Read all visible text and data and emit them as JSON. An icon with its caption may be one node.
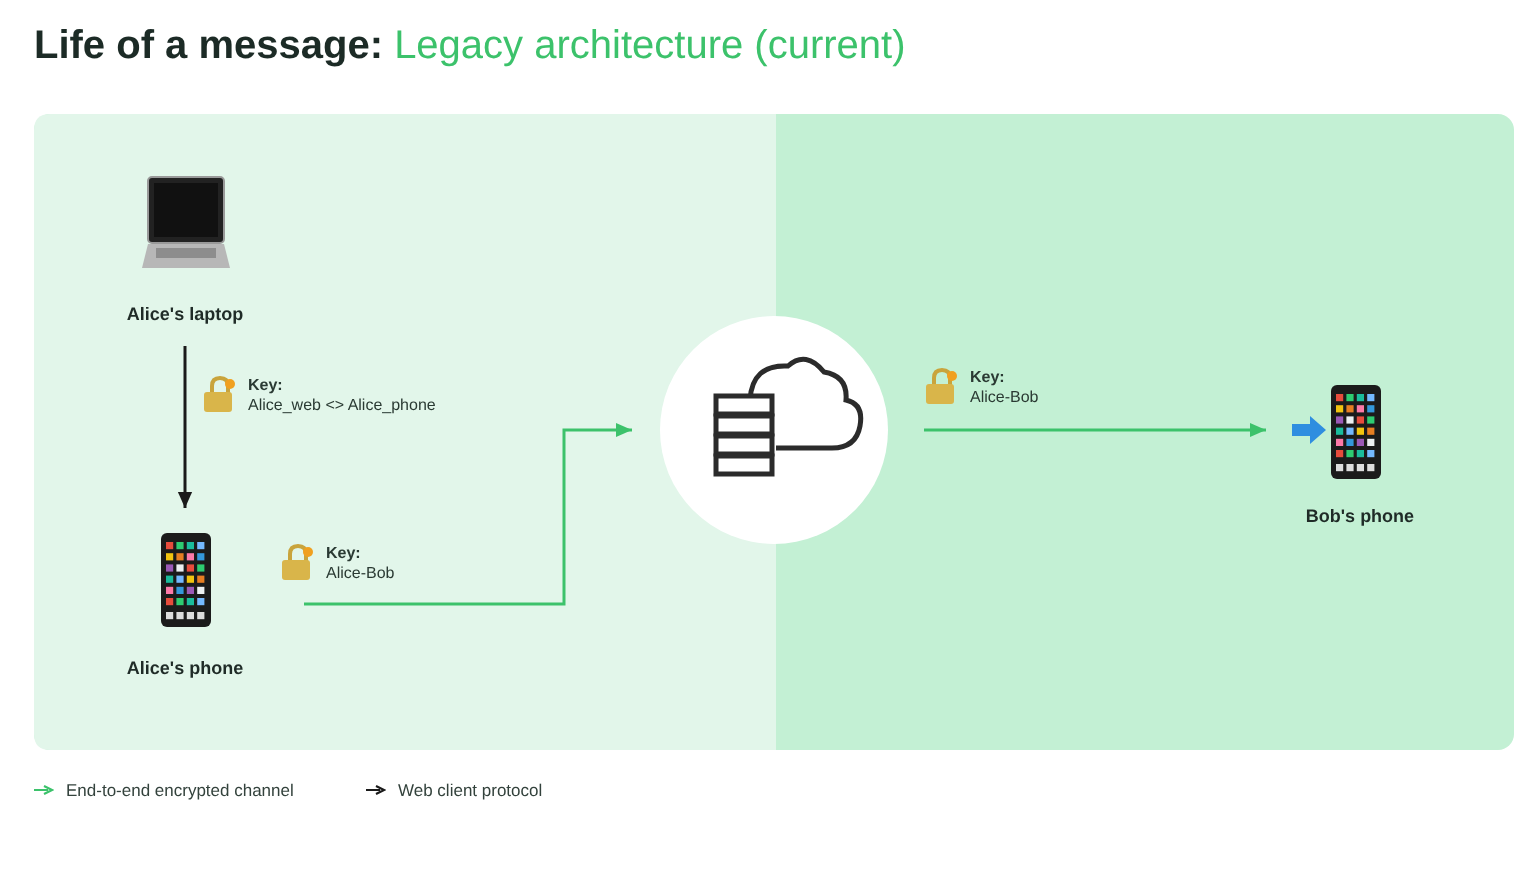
{
  "diagram": {
    "title": "Life of a message: *Legacy architecture (current)*",
    "nodes": [
      {
        "text": [
          "Alice's laptop"
        ]
      },
      {
        "text": [
          "Alice's phone"
        ]
      },
      {
        "text": [],
        "shape": "circle"
      },
      {
        "text": [
          "Bob's phone"
        ]
      }
    ],
    "edges": [
      {
        "from": 0,
        "to": 1,
        "arrow": "to",
        "label": "**Key:** Alice_web <> Alice_phone",
        "color": "#1a1a1a"
      },
      {
        "from": 1,
        "to": 2,
        "arrow": "to",
        "label": "**Key:** Alice-Bob"
      },
      {
        "from": 2,
        "to": 3,
        "arrow": "to",
        "label": "**Key:** Alice-Bob"
      }
    ],
    "legend": [
      {
        "text": "End-to-end encrypted channel"
      },
      {
        "text": "Web client protocol"
      }
    ]
  }
}
